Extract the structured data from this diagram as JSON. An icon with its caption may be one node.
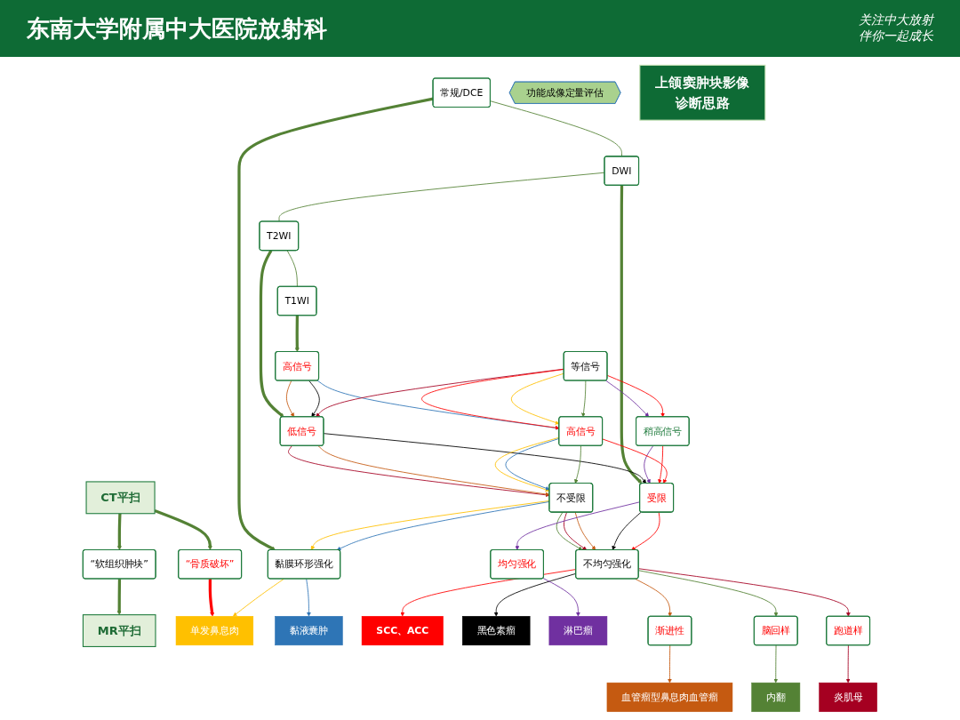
{
  "diagram": {
    "title": "东南大学附属中大医院放射科",
    "nodes": [
      {
        "text": [
          "“骨质破坏”"
        ]
      },
      {
        "text": [
          "CT平扫"
        ]
      },
      {
        "text": [
          "“软组织肿块”"
        ]
      },
      {
        "text": [
          "MR平扫"
        ]
      },
      {
        "text": [
          "单发鼻息肉"
        ]
      },
      {
        "text": [
          "黏液囊肿"
        ]
      },
      {
        "text": [
          "血管瘤型鼻息肉血管瘤"
        ]
      },
      {
        "text": [
          "内翻"
        ]
      },
      {
        "text": [
          "炎肌母"
        ]
      },
      {
        "text": [
          "SCC、ACC"
        ]
      },
      {
        "text": [
          "黑色素瘤"
        ]
      },
      {
        "text": [
          "淋巴瘤"
        ]
      },
      {
        "text": [
          "常规/DCE"
        ]
      },
      {
        "text": [
          "DWI"
        ]
      },
      {
        "text": [
          "T2WI"
        ]
      },
      {
        "text": [
          "T1WI"
        ]
      },
      {
        "text": [
          "黏膜环形强化"
        ]
      },
      {
        "text": [
          "渐进性"
        ]
      },
      {
        "text": [
          "脑回样"
        ]
      },
      {
        "text": [
          "跑道样"
        ]
      },
      {
        "text": [
          "不均匀强化"
        ]
      },
      {
        "text": [
          "均匀强化"
        ]
      },
      {
        "text": [
          "受限"
        ]
      },
      {
        "text": [
          "不受限"
        ]
      },
      {
        "text": [
          "低信号"
        ]
      },
      {
        "text": [
          "稍高信号"
        ]
      },
      {
        "text": [
          "高信号"
        ]
      },
      {
        "text": [
          "高信号"
        ]
      },
      {
        "text": [
          "等信号"
        ]
      },
      {
        "text": [
          "功能成像定量评估"
        ]
      },
      {
        "text": [
          "上颌窦肿块影像诊断思路"
        ]
      }
    ],
    "edges": [
      {
        "from": 1,
        "to": 0,
        "arrow": "to",
        "style": "thick",
        "color": "#548235"
      },
      {
        "from": 1,
        "to": 2,
        "arrow": "to",
        "style": "thick",
        "color": "#548235"
      },
      {
        "from": 2,
        "to": 3,
        "arrow": "to",
        "style": "thick",
        "color": "#548235"
      },
      {
        "from": 0,
        "to": 4,
        "arrow": "to",
        "style": "thick",
        "color": "#ff0000"
      },
      {
        "from": 12,
        "to": 13,
        "arrow": "none",
        "color": "#548235"
      },
      {
        "from": 13,
        "to": 14,
        "arrow": "none",
        "color": "#548235"
      },
      {
        "from": 14,
        "to": 15,
        "arrow": "none",
        "color": "#548235"
      },
      {
        "from": 12,
        "to": 16,
        "arrow": "to",
        "style": "thick",
        "color": "#548235"
      },
      {
        "from": 13,
        "to": 22,
        "arrow": "to",
        "style": "thick",
        "color": "#548235"
      },
      {
        "from": 14,
        "to": 24,
        "arrow": "to",
        "style": "thick",
        "color": "#548235"
      },
      {
        "from": 15,
        "to": 27,
        "arrow": "to",
        "style": "thick",
        "color": "#548235"
      },
      {
        "from": 16,
        "to": 4,
        "arrow": "to",
        "color": "#ffc000"
      },
      {
        "from": 16,
        "to": 5,
        "arrow": "to",
        "color": "#2e75b6"
      },
      {
        "from": 17,
        "to": 6,
        "arrow": "to",
        "color": "#c55a11"
      },
      {
        "from": 18,
        "to": 7,
        "arrow": "to",
        "color": "#548235"
      },
      {
        "from": 19,
        "to": 8,
        "arrow": "to",
        "color": "#a50021"
      },
      {
        "from": 20,
        "to": 17,
        "arrow": "to",
        "color": "#c55a11"
      },
      {
        "from": 20,
        "to": 18,
        "arrow": "to",
        "color": "#548235"
      },
      {
        "from": 20,
        "to": 19,
        "arrow": "to",
        "color": "#a50021"
      },
      {
        "from": 20,
        "to": 9,
        "arrow": "to",
        "color": "#ff0000"
      },
      {
        "from": 20,
        "to": 10,
        "arrow": "to",
        "color": "#000000"
      },
      {
        "from": 21,
        "to": 11,
        "arrow": "to",
        "color": "#7030a0"
      },
      {
        "from": 23,
        "to": 16,
        "arrow": "to",
        "color": "#ffc000"
      },
      {
        "from": 23,
        "to": 16,
        "arrow": "to",
        "color": "#2e75b6"
      },
      {
        "from": 23,
        "to": 20,
        "arrow": "to",
        "color": "#548235"
      },
      {
        "from": 23,
        "to": 20,
        "arrow": "to",
        "color": "#a50021"
      },
      {
        "from": 23,
        "to": 20,
        "arrow": "to",
        "color": "#c55a11"
      },
      {
        "from": 22,
        "to": 20,
        "arrow": "to",
        "color": "#000000"
      },
      {
        "from": 22,
        "to": 20,
        "arrow": "to",
        "color": "#ff0000"
      },
      {
        "from": 22,
        "to": 21,
        "arrow": "to",
        "color": "#7030a0"
      },
      {
        "from": 24,
        "to": 22,
        "arrow": "to",
        "color": "#000000"
      },
      {
        "from": 24,
        "to": 23,
        "arrow": "to",
        "color": "#a50021"
      },
      {
        "from": 24,
        "to": 23,
        "arrow": "to",
        "color": "#c55a11"
      },
      {
        "from": 25,
        "to": 22,
        "arrow": "to",
        "color": "#7030a0"
      },
      {
        "from": 25,
        "to": 22,
        "arrow": "to",
        "color": "#ff0000"
      },
      {
        "from": 26,
        "to": 22,
        "arrow": "to",
        "color": "#ff0000"
      },
      {
        "from": 26,
        "to": 23,
        "arrow": "to",
        "color": "#ffc000"
      },
      {
        "from": 26,
        "to": 23,
        "arrow": "to",
        "color": "#2e75b6"
      },
      {
        "from": 26,
        "to": 23,
        "arrow": "to",
        "color": "#548235"
      },
      {
        "from": 27,
        "to": 24,
        "arrow": "to",
        "color": "#c55a11"
      },
      {
        "from": 27,
        "to": 24,
        "arrow": "to",
        "color": "#000000"
      },
      {
        "from": 27,
        "to": 26,
        "arrow": "to",
        "color": "#2e75b6"
      },
      {
        "from": 28,
        "to": 24,
        "arrow": "to",
        "color": "#a50021"
      },
      {
        "from": 28,
        "to": 25,
        "arrow": "to",
        "color": "#7030a0"
      },
      {
        "from": 28,
        "to": 25,
        "arrow": "to",
        "color": "#ff0000"
      },
      {
        "from": 28,
        "to": 26,
        "arrow": "to",
        "color": "#ff0000"
      },
      {
        "from": 28,
        "to": 26,
        "arrow": "to",
        "color": "#ffc000"
      },
      {
        "from": 28,
        "to": 26,
        "arrow": "to",
        "color": "#548235"
      }
    ],
    "labels": [
      "关注中大放射",
      "伴你一起成长"
    ]
  }
}
